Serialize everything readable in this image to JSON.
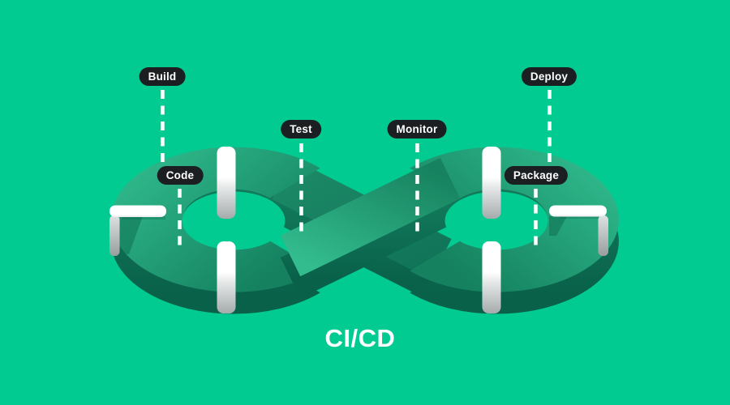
{
  "title": "CI/CD",
  "stages": {
    "build": "Build",
    "code": "Code",
    "test": "Test",
    "monitor": "Monitor",
    "deploy": "Deploy",
    "package": "Package"
  },
  "colors": {
    "background": "#02cb92",
    "badge_background": "#1c1f22",
    "badge_text": "#ffffff",
    "ribbon_top_light": "#2db588",
    "ribbon_top_dark": "#15815f",
    "ribbon_side_light": "#127a5b",
    "ribbon_side_dark": "#09614a",
    "marker_white": "#ffffff",
    "marker_gray": "#a5abab",
    "title_text": "#ffffff"
  }
}
